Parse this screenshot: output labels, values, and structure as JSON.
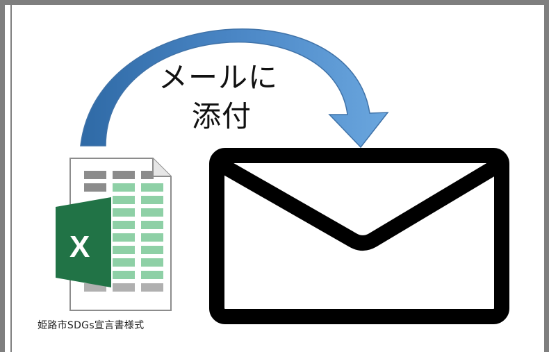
{
  "arrow": {
    "label_line1": "メールに",
    "label_line2": "添付",
    "color": "#5b9bd5"
  },
  "file": {
    "icon": "excel-spreadsheet-icon",
    "letter": "X",
    "caption": "姫路市SDGs宣言書様式",
    "brand_color": "#217346"
  },
  "envelope": {
    "icon": "envelope-icon"
  }
}
